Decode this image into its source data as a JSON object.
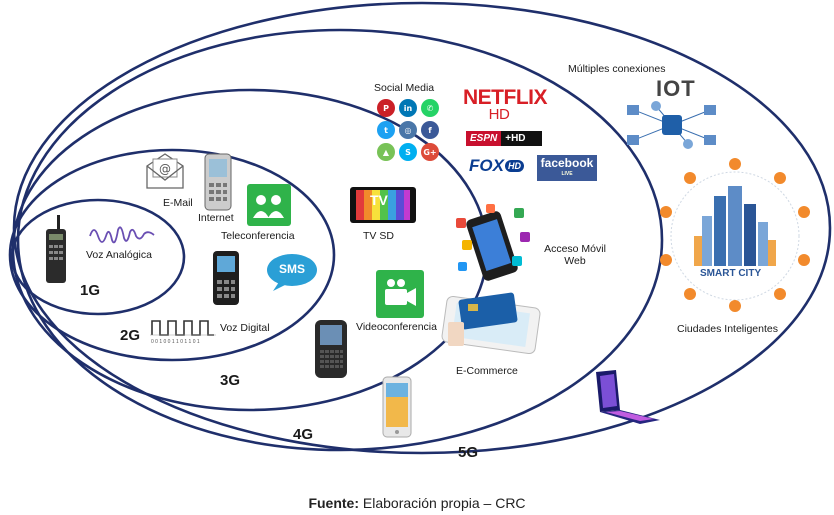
{
  "generations": {
    "g1": "1G",
    "g2": "2G",
    "g3": "3G",
    "g4": "4G",
    "g5": "5G"
  },
  "labels": {
    "voz_analogica": "Voz Analógica",
    "voz_digital": "Voz Digital",
    "email": "E-Mail",
    "internet": "Internet",
    "teleconferencia": "Teleconferencia",
    "sms": "SMS",
    "social_media": "Social Media",
    "tv_sd": "TV SD",
    "tv_icon": "TV",
    "videoconferencia": "Videoconferencia",
    "acceso_movil": "Acceso Móvil",
    "web": "Web",
    "ecommerce": "E-Commerce",
    "multiples_conexiones": "Múltiples conexiones",
    "iot": "IOT",
    "smart_city": "SMART CITY",
    "ciudades_inteligentes": "Ciudades Inteligentes",
    "netflix": "NETFLIX",
    "netflix_hd": "HD",
    "espn": "ESPN",
    "espn_hd": "+HD",
    "fox": "FOX",
    "fox_hd": "HD",
    "facebook": "facebook",
    "facebook_live": "LIVE",
    "digital_bits": "0 0 1 0 0 1 1 0 1 1 0 1"
  },
  "caption": {
    "prefix": "Fuente:",
    "text": " Elaboración propia – CRC"
  },
  "colors": {
    "ring": "#1f2f6b",
    "whatsapp": "#2fb34a",
    "netflix": "#d81f26",
    "facebook": "#3b5998",
    "sms": "#2a9fd6"
  },
  "icons": {
    "phone_1g": "brick-phone-icon",
    "wave": "analog-wave-icon",
    "square_wave": "digital-signal-icon",
    "mail": "email-envelope-icon",
    "phone_2g": "feature-phone-icon",
    "teleconf": "teleconference-icon",
    "sms": "sms-bubble-icon",
    "social": "social-media-icons",
    "tv": "tv-icon",
    "video": "video-camera-icon",
    "blackberry": "blackberry-icon",
    "smartphone": "smartphone-icon",
    "apps": "app-cloud-phone-icon",
    "card": "credit-card-tablet-icon",
    "foldable": "foldable-phone-icon",
    "iot": "iot-network-icon",
    "city": "smart-city-icon"
  }
}
